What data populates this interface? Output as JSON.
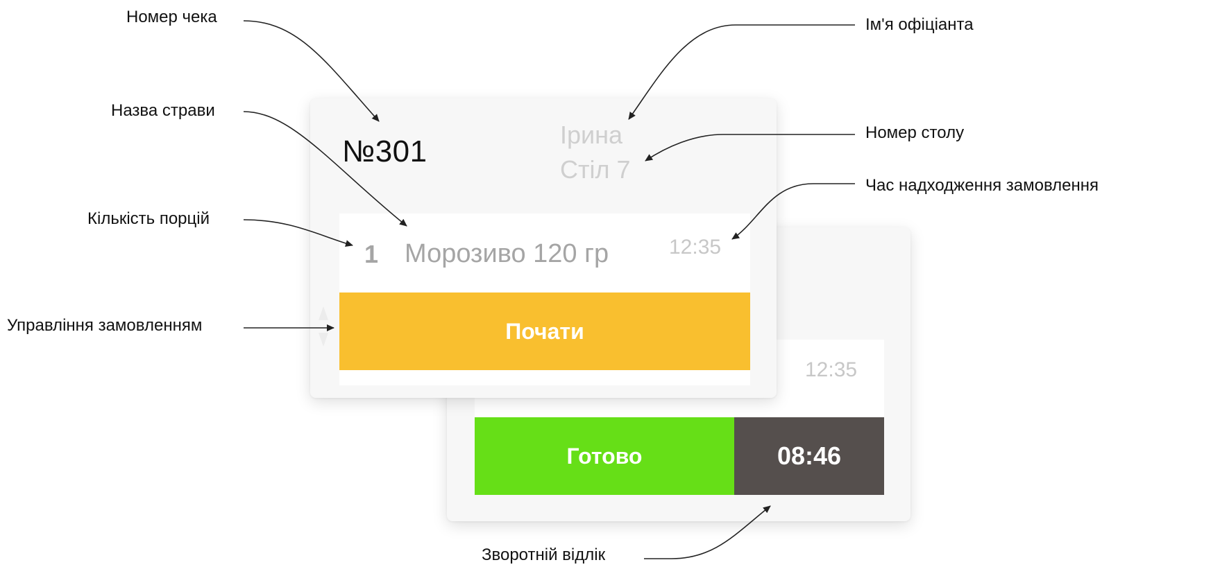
{
  "annotations": {
    "receipt_number": "Номер чека",
    "waiter_name": "Ім'я офіціанта",
    "dish_name": "Назва страви",
    "table_number": "Номер столу",
    "order_time": "Час надходження замовлення",
    "portions": "Кількість порцій",
    "order_control": "Управління замовленням",
    "countdown": "Зворотній відлік"
  },
  "front_card": {
    "receipt_number": "№301",
    "waiter": "Ірина",
    "table": "Стіл 7",
    "quantity": "1",
    "dish": "Морозиво 120 гр",
    "time": "12:35",
    "start_button": "Почати"
  },
  "back_card": {
    "time": "12:35",
    "done_button": "Готово",
    "countdown": "08:46"
  },
  "colors": {
    "start": "#f9bf2f",
    "done": "#66df17",
    "countdown": "#554f4d"
  }
}
